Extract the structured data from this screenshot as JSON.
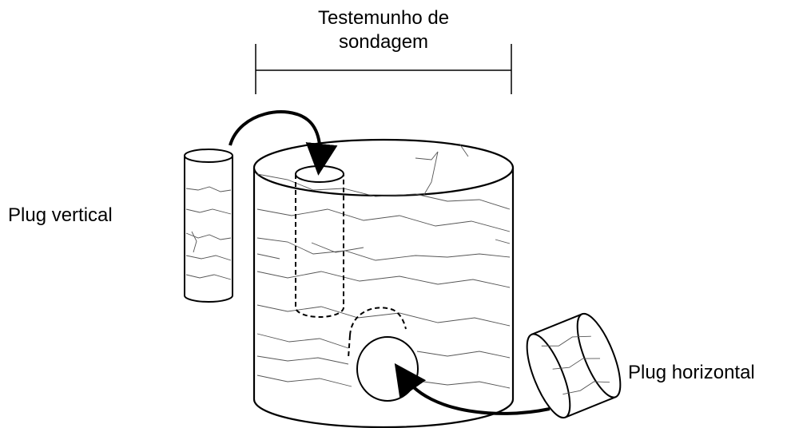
{
  "labels": {
    "core_title_line1": "Testemunho de",
    "core_title_line2": "sondagem",
    "vertical_plug": "Plug vertical",
    "horizontal_plug": "Plug horizontal"
  },
  "colors": {
    "ink": "#000000",
    "texture": "#555555",
    "background": "#ffffff"
  }
}
